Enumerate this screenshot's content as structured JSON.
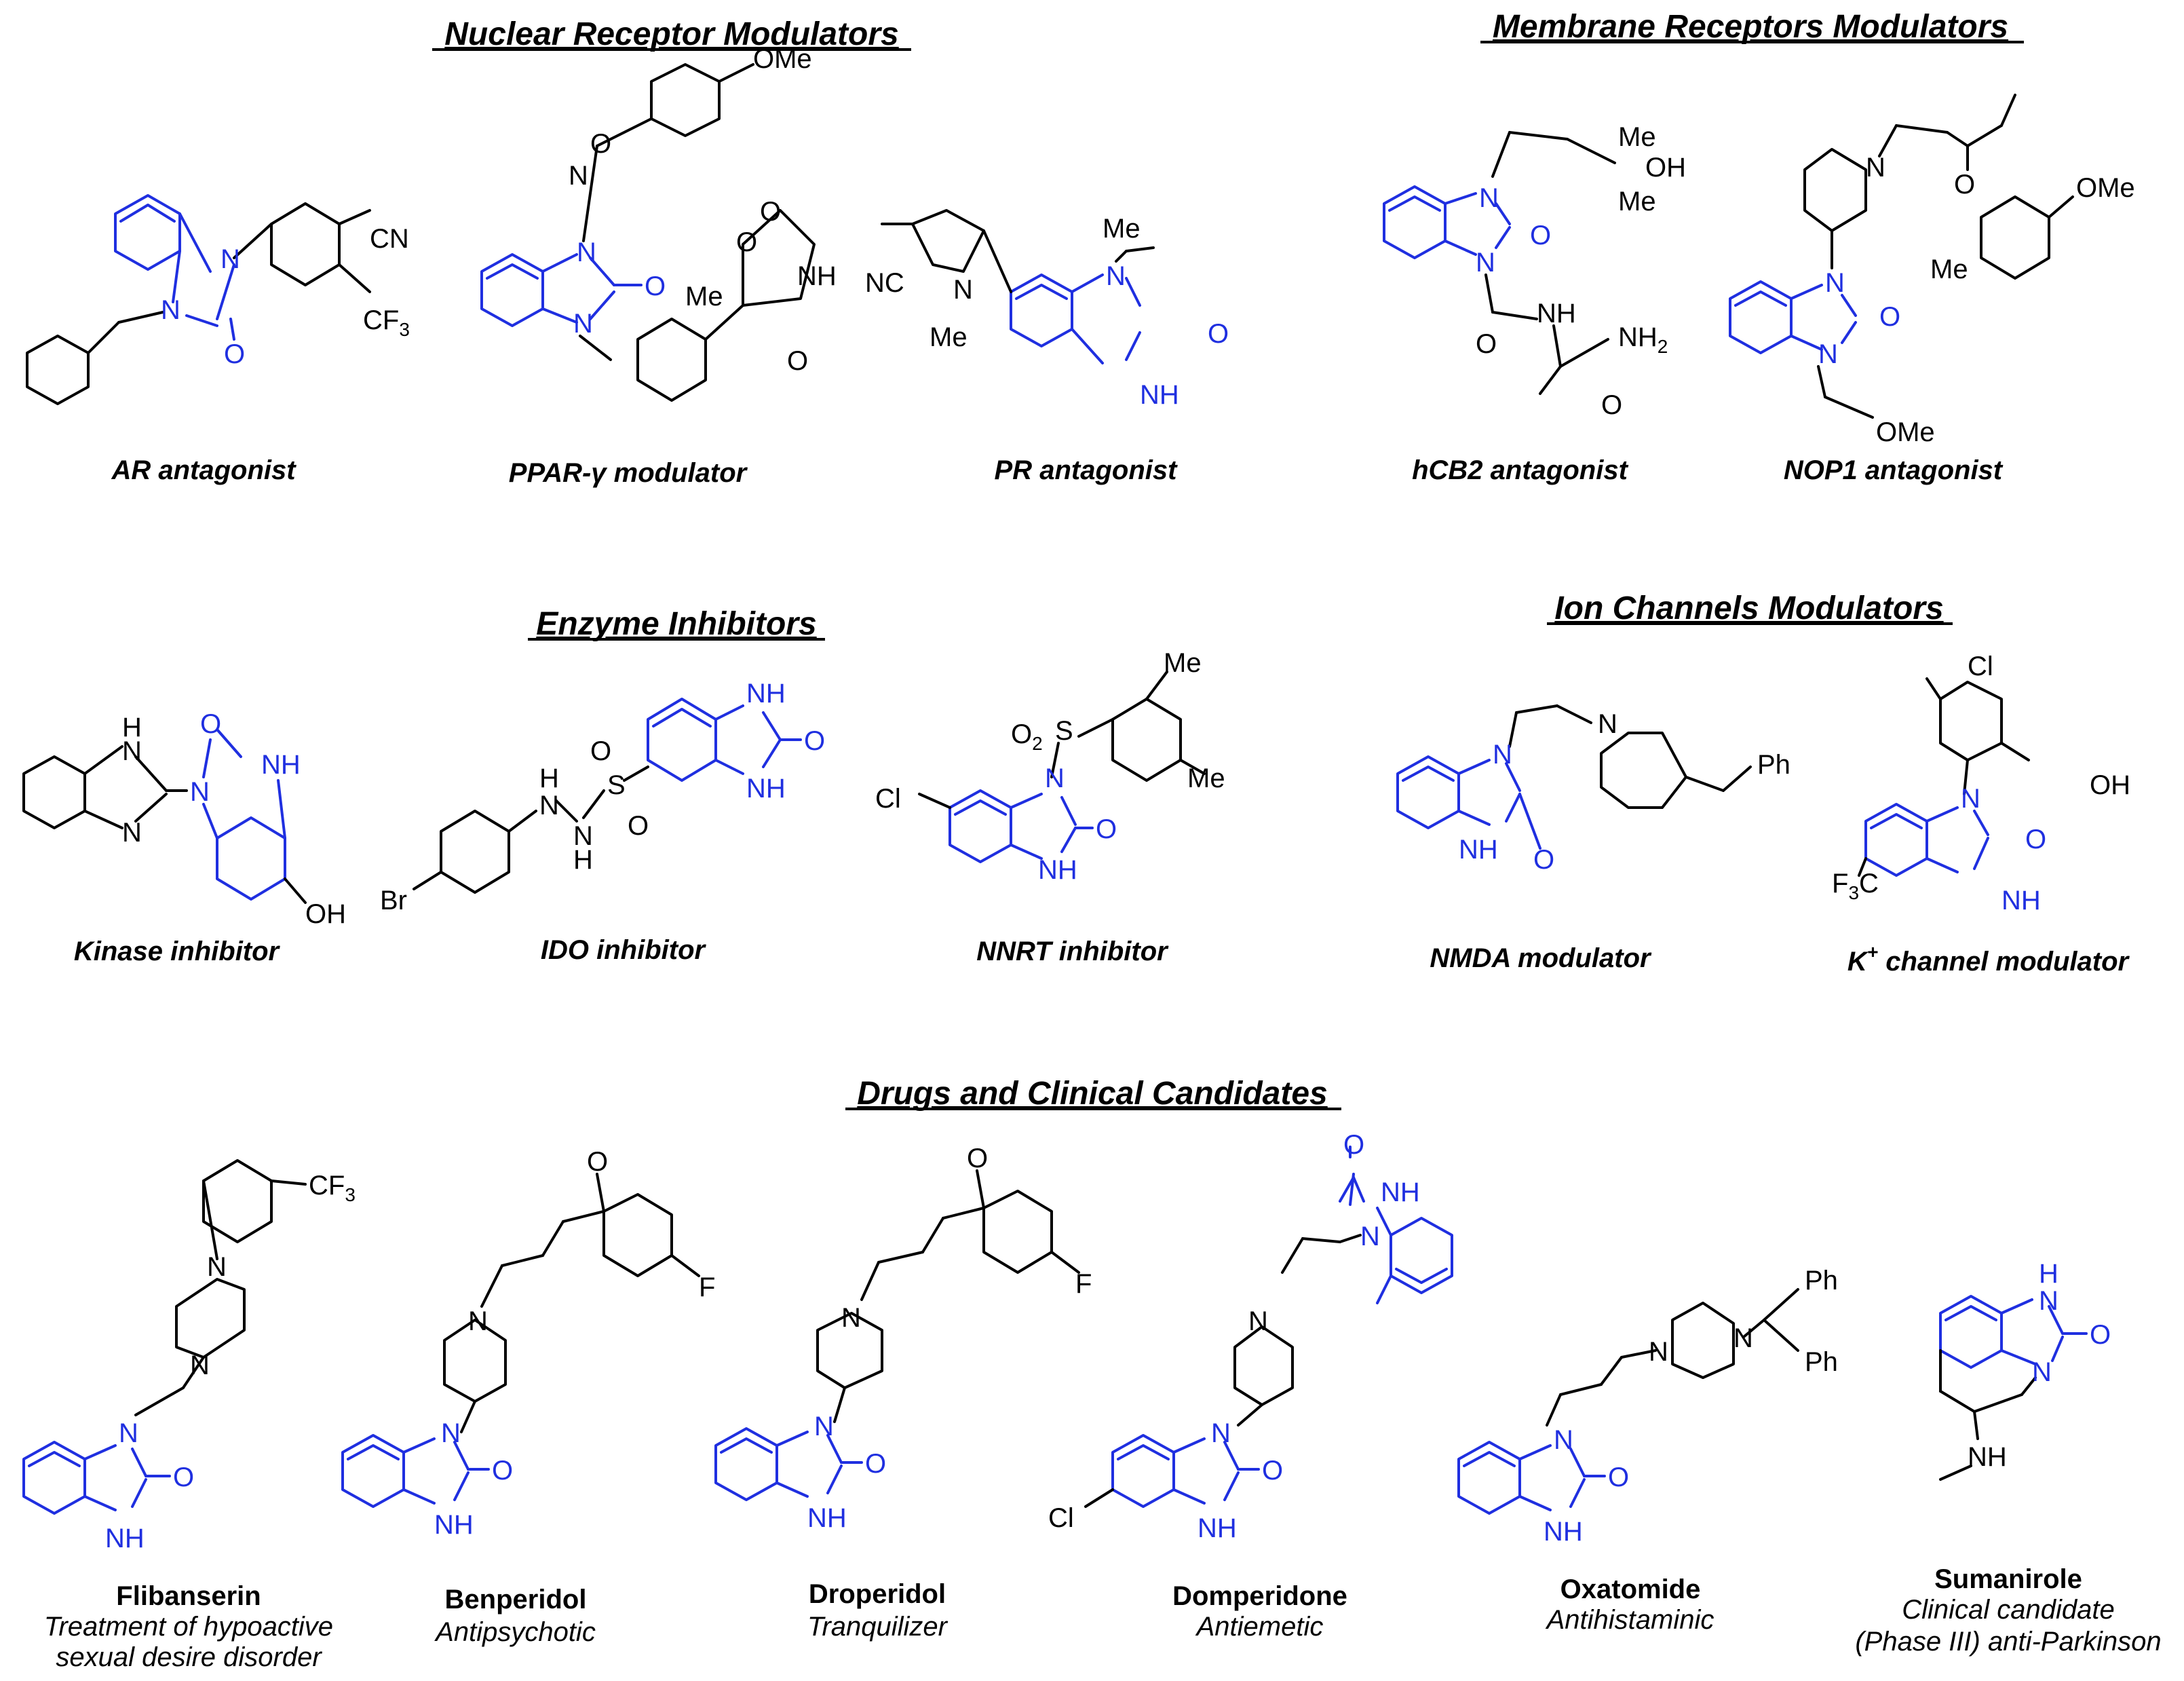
{
  "colors": {
    "core": "#1f2fe0",
    "text": "#000000"
  },
  "sections": {
    "nuclear": "Nuclear Receptor Modulators",
    "membrane": "Membrane Receptors Modulators",
    "enzyme": "Enzyme Inhibitors",
    "ion": "Ion Channels Modulators",
    "drugs": "Drugs and Clinical Candidates"
  },
  "compounds": {
    "ar": {
      "caption": "AR antagonist",
      "labels": {
        "cn": "CN",
        "cf3": "CF",
        "cf3_sub": "3",
        "o": "O",
        "n1": "N",
        "n2": "N"
      }
    },
    "ppar": {
      "caption_a": "PPAR-",
      "caption_gamma": "γ",
      "caption_b": " modulator",
      "labels": {
        "ome": "OMe",
        "o_iso": "O",
        "n_iso": "N",
        "n1": "N",
        "n2": "N",
        "o": "O",
        "me": "Me",
        "o_r1": "O",
        "o_r2": "O",
        "o_r3": "O",
        "nh": "NH"
      }
    },
    "pr": {
      "caption": "PR antagonist",
      "labels": {
        "nc": "NC",
        "n_pyr": "N",
        "me_pyr": "Me",
        "me1": "Me",
        "n1": "N",
        "o": "O",
        "nh": "NH"
      }
    },
    "hcb2": {
      "caption": "hCB2 antagonist",
      "labels": {
        "me1": "Me",
        "oh": "OH",
        "me2": "Me",
        "n1": "N",
        "n2": "N",
        "o": "O",
        "o_amide": "O",
        "nh": "NH",
        "nh2": "NH",
        "nh2_sub": "2",
        "o2": "O"
      }
    },
    "nop1": {
      "caption": "NOP1 antagonist",
      "labels": {
        "n_pip": "N",
        "o_eth": "O",
        "ome": "OMe",
        "me": "Me",
        "n1": "N",
        "n2": "N",
        "o": "O",
        "ome2": "OMe"
      }
    },
    "kinase": {
      "caption": "Kinase inhibitor",
      "labels": {
        "h": "H",
        "n1": "N",
        "n2": "N",
        "o": "O",
        "nh": "NH",
        "n3": "N",
        "oh": "OH"
      }
    },
    "ido": {
      "caption": "IDO inhibitor",
      "labels": {
        "br": "Br",
        "h1": "H",
        "n1": "N",
        "n2": "N",
        "h2": "H",
        "s": "S",
        "o1": "O",
        "o2": "O",
        "nh1": "NH",
        "nh2": "NH",
        "o": "O"
      }
    },
    "nnrt": {
      "caption": "NNRT inhibitor",
      "labels": {
        "me1": "Me",
        "me2": "Me",
        "o2s": "O",
        "o2s_sub": "2",
        "s": "S",
        "cl": "Cl",
        "n": "N",
        "o": "O",
        "nh": "NH"
      }
    },
    "nmda": {
      "caption": "NMDA modulator",
      "labels": {
        "n_pip": "N",
        "ph": "Ph",
        "n1": "N",
        "nh": "NH",
        "o": "O"
      }
    },
    "kchan": {
      "caption_a": "K",
      "caption_sup": "+",
      "caption_b": " channel modulator",
      "labels": {
        "cl": "Cl",
        "oh": "OH",
        "n": "N",
        "o": "O",
        "f3c": "F",
        "f3c_sub": "3",
        "f3c_c": "C",
        "nh": "NH"
      }
    },
    "flibanserin": {
      "name": "Flibanserin",
      "desc1": "Treatment of hypoactive",
      "desc2": "sexual desire disorder",
      "labels": {
        "cf3": "CF",
        "cf3_sub": "3",
        "n1": "N",
        "n2": "N",
        "n3": "N",
        "o": "O",
        "nh": "NH"
      }
    },
    "benperidol": {
      "name": "Benperidol",
      "desc1": "Antipsychotic",
      "labels": {
        "o_k": "O",
        "f": "F",
        "n_pip": "N",
        "n1": "N",
        "o": "O",
        "nh": "NH"
      }
    },
    "droperidol": {
      "name": "Droperidol",
      "desc1": "Tranquilizer",
      "labels": {
        "o_k": "O",
        "f": "F",
        "n_pip": "N",
        "n1": "N",
        "o": "O",
        "nh": "NH"
      }
    },
    "domperidone": {
      "name": "Domperidone",
      "desc1": "Antiemetic",
      "labels": {
        "o_top": "O",
        "nh_top": "NH",
        "n_top": "N",
        "n_pip": "N",
        "n1": "N",
        "o": "O",
        "cl": "Cl",
        "nh": "NH"
      }
    },
    "oxatomide": {
      "name": "Oxatomide",
      "desc1": "Antihistaminic",
      "labels": {
        "ph1": "Ph",
        "ph2": "Ph",
        "n_a": "N",
        "n_b": "N",
        "n1": "N",
        "o": "O",
        "nh": "NH"
      }
    },
    "sumanirole": {
      "name": "Sumanirole",
      "desc1": "Clinical candidate",
      "desc2": "(Phase III) anti-Parkinson",
      "labels": {
        "h": "H",
        "n1": "N",
        "o": "O",
        "n2": "N",
        "nh": "NH"
      }
    }
  }
}
